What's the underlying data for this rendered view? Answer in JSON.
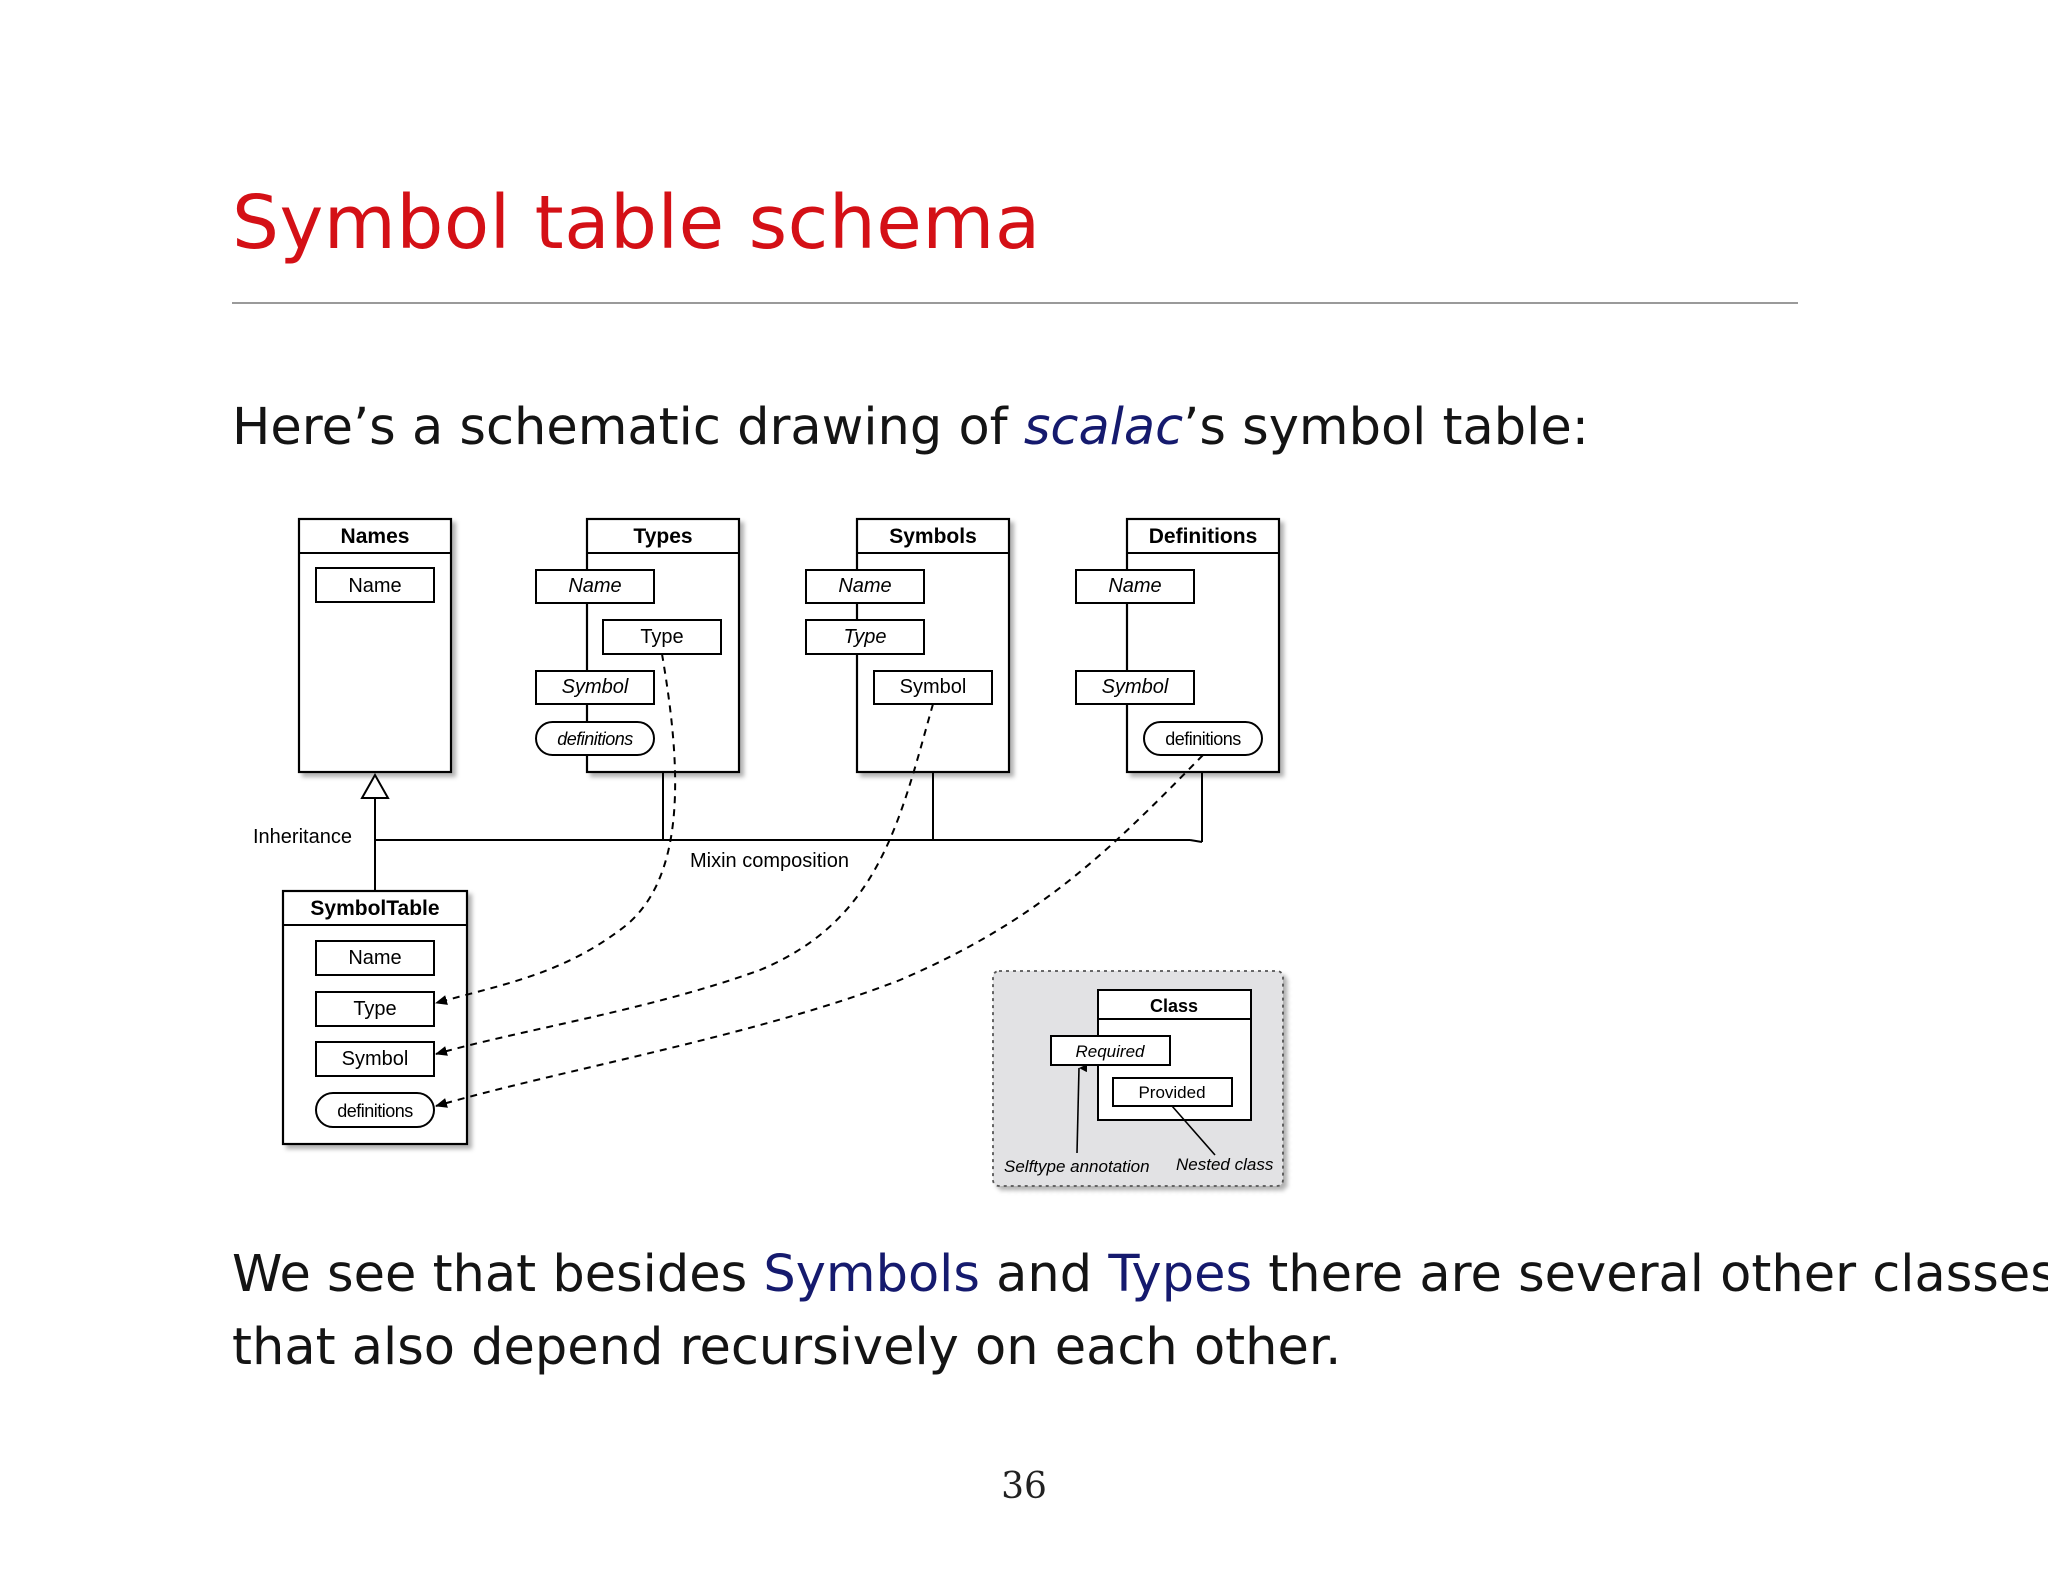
{
  "title": "Symbol table schema",
  "intro": {
    "before": "Here’s a schematic drawing of ",
    "emphasis": "scalac",
    "after": "’s symbol table:"
  },
  "diagram": {
    "boxes": [
      {
        "id": "names",
        "title": "Names",
        "members": [
          {
            "label": "Name",
            "kind": "provided"
          }
        ]
      },
      {
        "id": "types",
        "title": "Types",
        "members": [
          {
            "label": "Name",
            "kind": "required"
          },
          {
            "label": "Type",
            "kind": "provided"
          },
          {
            "label": "Symbol",
            "kind": "required"
          },
          {
            "label": "definitions",
            "kind": "abstract"
          }
        ]
      },
      {
        "id": "symbols",
        "title": "Symbols",
        "members": [
          {
            "label": "Name",
            "kind": "required"
          },
          {
            "label": "Type",
            "kind": "required"
          },
          {
            "label": "Symbol",
            "kind": "provided"
          }
        ]
      },
      {
        "id": "definitions",
        "title": "Definitions",
        "members": [
          {
            "label": "Name",
            "kind": "required"
          },
          {
            "label": "Symbol",
            "kind": "required"
          },
          {
            "label": "definitions",
            "kind": "concrete"
          }
        ]
      },
      {
        "id": "symboltable",
        "title": "SymbolTable",
        "members": [
          {
            "label": "Name",
            "kind": "provided"
          },
          {
            "label": "Type",
            "kind": "provided"
          },
          {
            "label": "Symbol",
            "kind": "provided"
          },
          {
            "label": "definitions",
            "kind": "concrete"
          }
        ]
      }
    ],
    "labels": {
      "inheritance": "Inheritance",
      "mixin": "Mixin composition"
    },
    "legend": {
      "class_title": "Class",
      "required": "Required",
      "provided": "Provided",
      "selftype": "Selftype annotation",
      "nested": "Nested class"
    }
  },
  "outro": {
    "line1": {
      "before": "We see that besides ",
      "symbols": "Symbols",
      "middle": " and ",
      "types": "Types",
      "after": " there are several other classes"
    },
    "line2": "that also depend recursively on each other."
  },
  "page_number": "36",
  "colors": {
    "title": "#d41016",
    "highlight": "#151a6e",
    "legend_bg": "#e2e2e4"
  }
}
